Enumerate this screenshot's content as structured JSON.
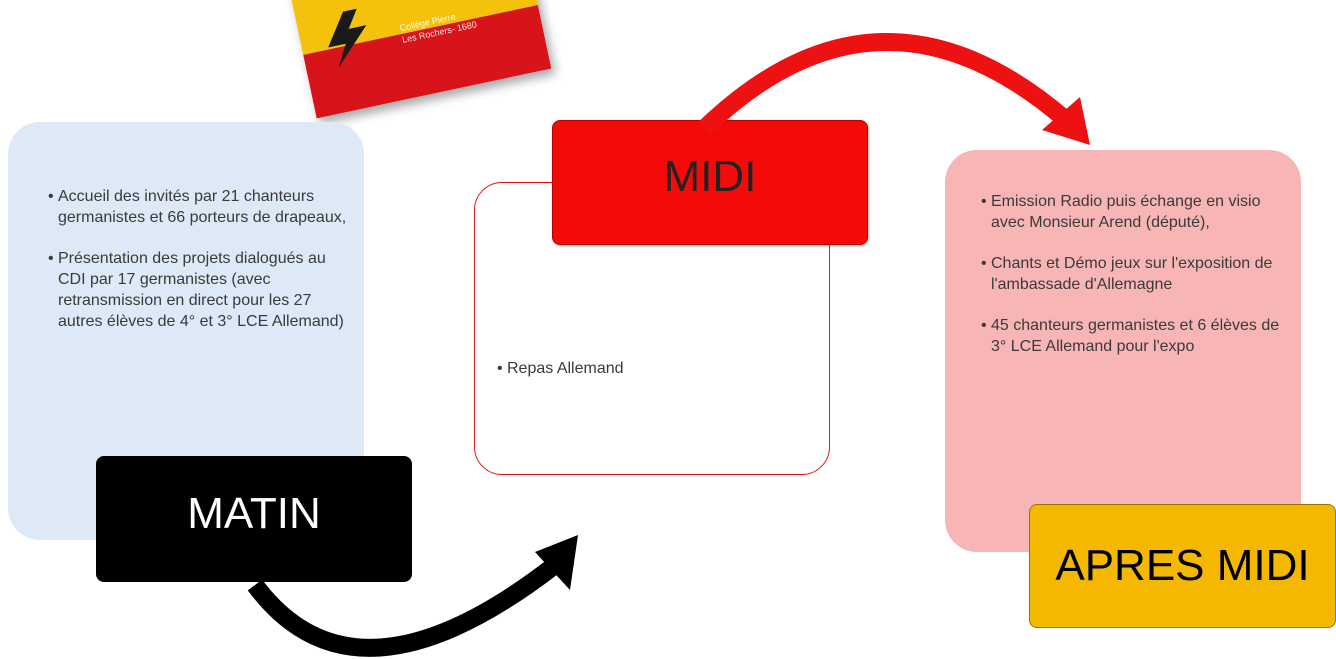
{
  "diagram": {
    "stages": [
      {
        "id": "matin",
        "label": "MATIN",
        "items": [
          "Accueil des invités par 21 chanteurs germanistes et 66 porteurs de drapeaux,",
          "Présentation  des projets dialogués au CDI par 17 germanistes  (avec retransmission en direct pour les 27 autres élèves de 4° et 3° LCE Allemand)"
        ]
      },
      {
        "id": "midi",
        "label": "MIDI",
        "items": [
          "Repas Allemand"
        ]
      },
      {
        "id": "apres_midi",
        "label": "APRES MIDI",
        "items": [
          "Emission Radio puis échange en visio avec Monsieur Arend (député),",
          "Chants et Démo jeux sur l'exposition de l'ambassade d'Allemagne",
          "45 chanteurs germanistes et 6 élèves de 3° LCE Allemand pour l'expo"
        ]
      }
    ],
    "flyer": {
      "line1": "Collège Pierre",
      "line2": "Les Rochers- 1680"
    },
    "colors": {
      "matin_panel": "#dde9f6",
      "matin_label": "#000000",
      "midi_label": "#f50a0a",
      "midi_border": "#e0151b",
      "apres_panel": "#f8b5b5",
      "apres_label": "#f5b800",
      "arrow_black": "#000000",
      "arrow_red": "#ee1111"
    }
  }
}
